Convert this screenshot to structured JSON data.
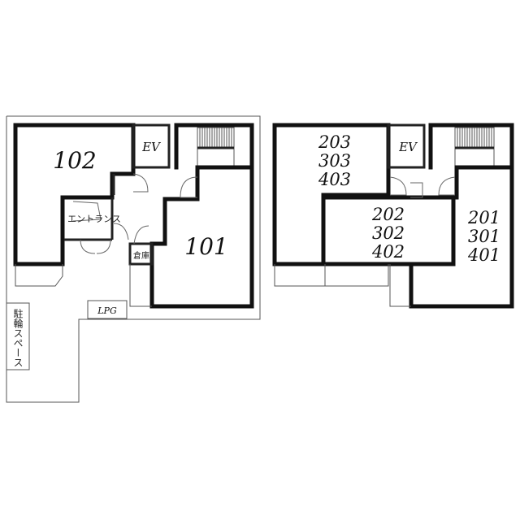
{
  "ground_floor": {
    "units": {
      "unit_102": "102",
      "unit_101": "101"
    },
    "labels": {
      "ev": "EV",
      "entrance": "エントランス",
      "storage": "倉庫",
      "lpg": "LPG",
      "bicycle_space": "駐輪スペース"
    }
  },
  "upper_floors": {
    "left_units": [
      "203",
      "303",
      "403"
    ],
    "center_units": [
      "202",
      "302",
      "402"
    ],
    "right_units": [
      "201",
      "301",
      "401"
    ],
    "ev": "EV"
  }
}
